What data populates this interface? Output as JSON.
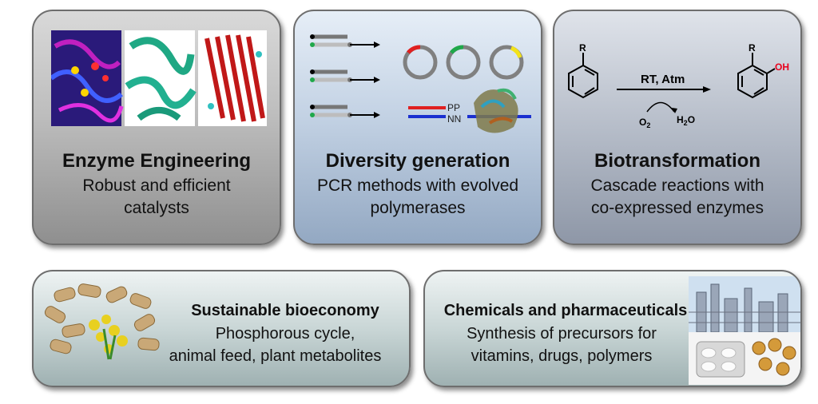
{
  "cards": {
    "enzyme": {
      "title": "Enzyme Engineering",
      "line1": "Robust and efficient",
      "line2": "catalysts"
    },
    "diversity": {
      "title": "Diversity generation",
      "line1": "PCR methods with evolved",
      "line2": "polymerases",
      "label_pp": "PP",
      "label_nn": "NN"
    },
    "biotrans": {
      "title": "Biotransformation",
      "line1": "Cascade reactions with",
      "line2": "co-expressed enzymes",
      "r_label": "R",
      "oh_label": "OH",
      "arrow_label": "RT, Atm",
      "o2": "O",
      "o2_sub": "2",
      "h2o_h": "H",
      "h2o_sub": "2",
      "h2o_o": "O"
    },
    "bioeconomy": {
      "title": "Sustainable bioeconomy",
      "line1": "Phosphorous cycle,",
      "line2": "animal feed, plant metabolites"
    },
    "chemicals": {
      "title": "Chemicals and pharmaceuticals",
      "line1": "Synthesis of precursors for",
      "line2": "vitamins, drugs, polymers"
    }
  },
  "colors": {
    "red": "#e02020",
    "green": "#1fa84a",
    "yellow": "#f2e21a",
    "blue": "#1a2fd0",
    "ohRed": "#e8001c"
  }
}
